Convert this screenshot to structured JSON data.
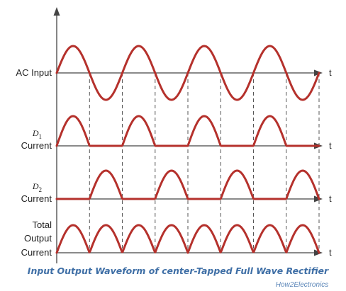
{
  "colors": {
    "wave": "#b5312c",
    "axis": "#444444",
    "dashed": "#555555",
    "caption": "#3f6fa6",
    "watermark": "#5b86b8"
  },
  "rows": [
    {
      "id": "ac",
      "label_lines": [
        "AC Input"
      ],
      "subscript": "",
      "axis_label": "t",
      "wave": "sine"
    },
    {
      "id": "d1",
      "label_lines": [
        "D",
        "Current"
      ],
      "subscript": "1",
      "axis_label": "t",
      "wave": "positive-half"
    },
    {
      "id": "d2",
      "label_lines": [
        "D",
        "Current"
      ],
      "subscript": "2",
      "axis_label": "t",
      "wave": "negative-half"
    },
    {
      "id": "total",
      "label_lines": [
        "Total",
        "Output",
        "Current"
      ],
      "subscript": "",
      "axis_label": "t",
      "wave": "full-wave"
    }
  ],
  "cycles": 4,
  "caption": "Input Output Waveform of center-Tapped Full Wave Rectifier",
  "watermark": "How2Electronics"
}
